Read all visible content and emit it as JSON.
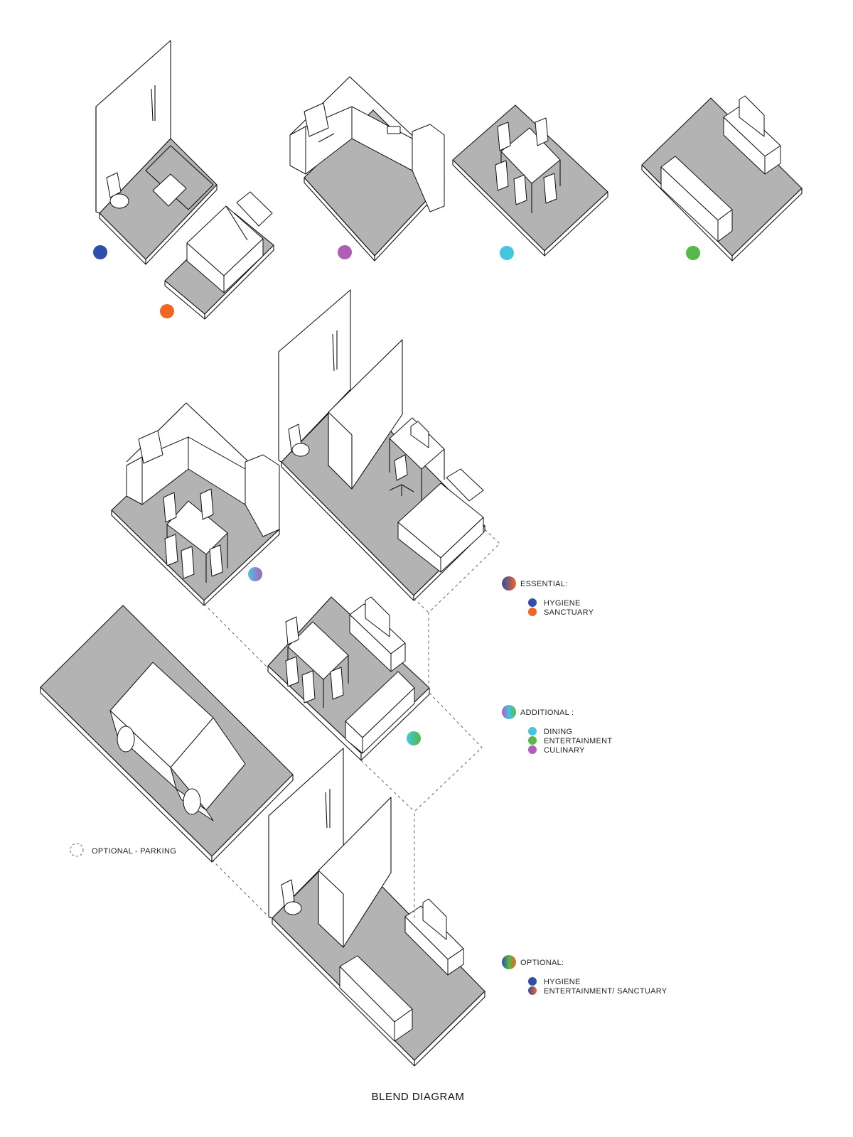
{
  "title": "BLEND DIAGRAM",
  "colors": {
    "hygiene": "#2f4fa8",
    "sanctuary": "#f26522",
    "culinary": "#b05db8",
    "dining": "#44c6e0",
    "entertainment": "#55b848",
    "floor": "#b3b3b3"
  },
  "legend": {
    "essential": {
      "heading": "ESSENTIAL:",
      "items": [
        "HYGIENE",
        "SANCTUARY"
      ]
    },
    "additional": {
      "heading": "ADDITIONAL :",
      "items": [
        "DINING",
        "ENTERTAINMENT",
        "CULINARY"
      ]
    },
    "optional": {
      "heading": "OPTIONAL:",
      "items": [
        "HYGIENE",
        "ENTERTAINMENT/ SANCTUARY"
      ]
    },
    "parking": "OPTIONAL -  PARKING"
  }
}
